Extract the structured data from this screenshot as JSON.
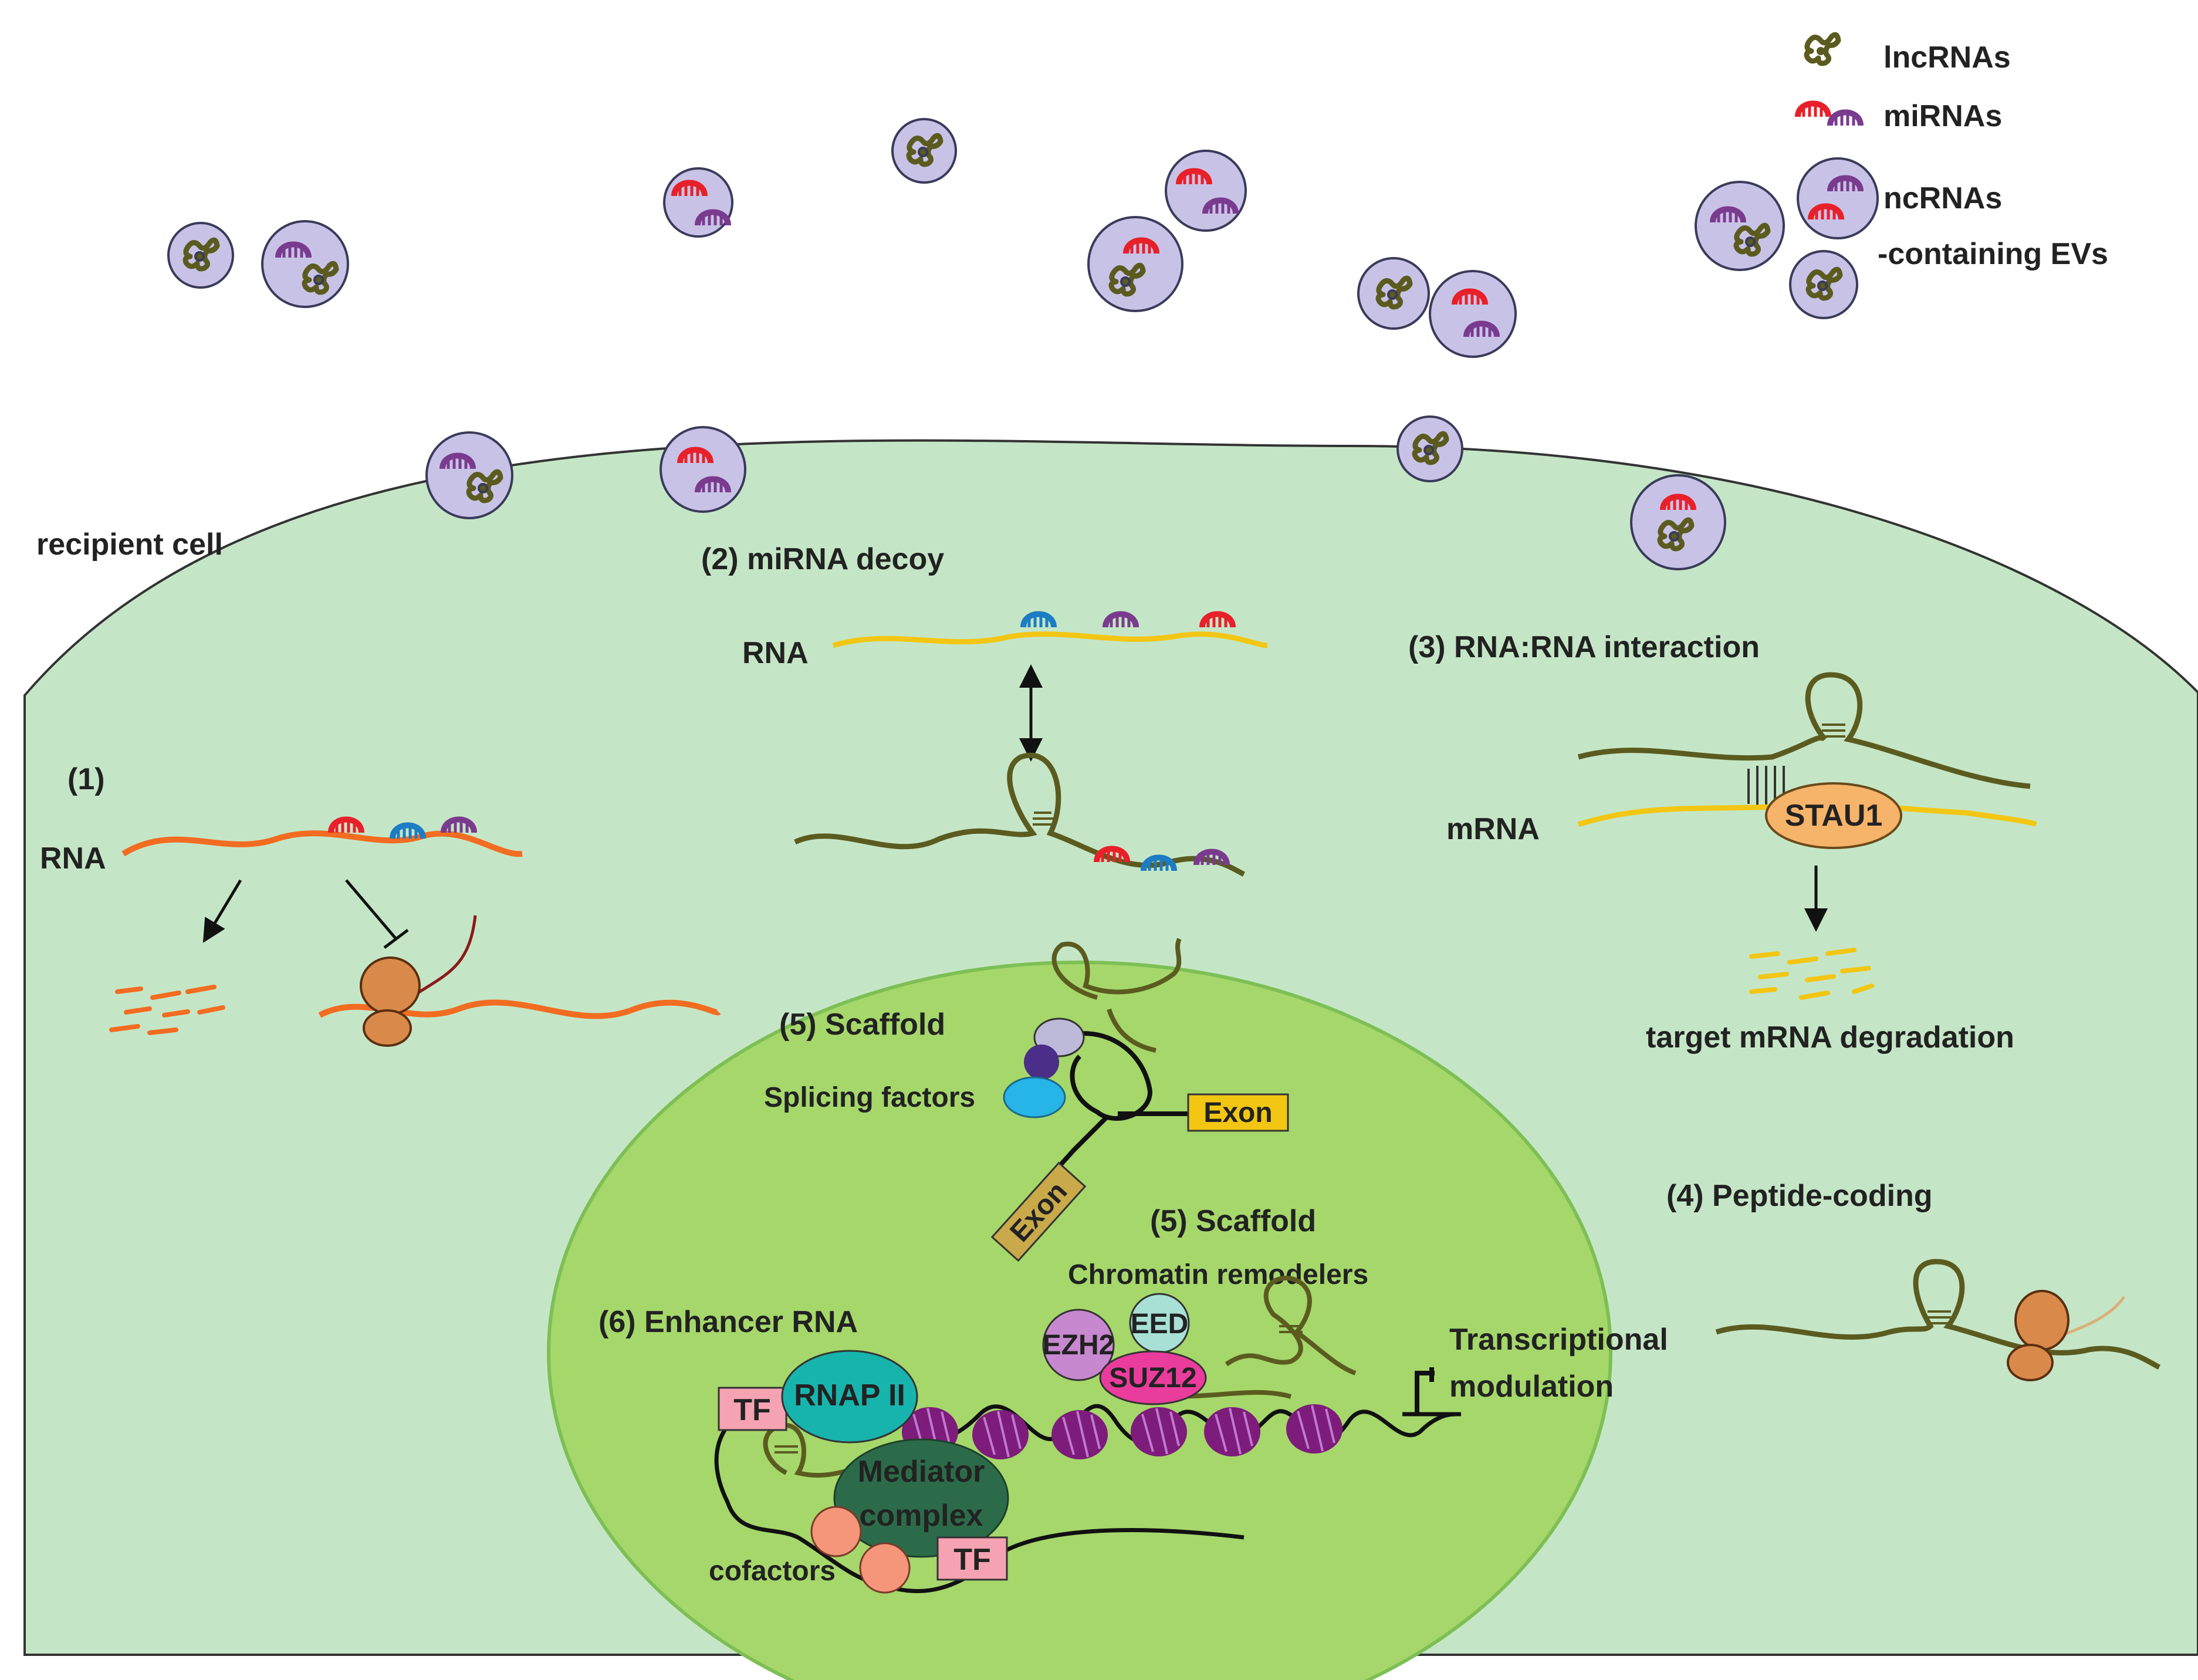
{
  "colors": {
    "cell": "#c5e6c6",
    "nucleus": "#a6d76b",
    "vesicle": "#c8c3e6",
    "lncrna": "#5b5b20",
    "mirna_red": "#e8202a",
    "mirna_purple": "#7a3b8f",
    "mirna_blue": "#1c7cc4",
    "rna_orange": "#f26c21",
    "rna_yellow": "#f2c613",
    "ribosome": "#d98a4a",
    "stau1": "#f6b46a",
    "exon": "#f2c613",
    "tf": "#f5a3b3",
    "rnap": "#17b4ad",
    "mediator": "#2c6b4a",
    "cofactor": "#f5967a",
    "nucleosome": "#7d1c7a",
    "ezh2": "#c788cf",
    "eed": "#a8e0d6",
    "suz12": "#ea3c9c",
    "splice_top": "#bdb9d9",
    "splice_purple": "#4b2e87",
    "splice_blue": "#27b4e6"
  },
  "icons": [
    "lncrna-icon",
    "mirna-icon",
    "ev-vesicle-icon",
    "ribosome-icon",
    "nucleosome-icon",
    "transcription-start-icon"
  ],
  "legend": {
    "lncrnas": "lncRNAs",
    "mirnas": "miRNAs",
    "ev_line1": "ncRNAs",
    "ev_line2": "-containing EVs"
  },
  "labels": {
    "recipient_cell": "recipient cell",
    "p1_number": "(1)",
    "p1_rna": "RNA",
    "p2_title": "(2)  miRNA decoy",
    "p2_rna": "RNA",
    "p3_title": "(3)  RNA:RNA interaction",
    "p3_mrna": "mRNA",
    "stau1": "STAU1",
    "degradation": "target mRNA degradation",
    "p4_title": "(4)  Peptide-coding",
    "p5a_title": "(5)  Scaffold",
    "splicing_factors": "Splicing factors",
    "exon_1": "Exon",
    "exon_2": "Exon",
    "p5b_title": "(5)  Scaffold",
    "chromatin_remodelers": "Chromatin remodelers",
    "eed": "EED",
    "ezh2": "EZH2",
    "suz12": "SUZ12",
    "p6_title": "(6)  Enhancer RNA",
    "rnap": "RNAP II",
    "tf_1": "TF",
    "tf_2": "TF",
    "mediator_1": "Mediator",
    "mediator_2": "complex",
    "cofactors": "cofactors",
    "transcriptional_1": "Transcriptional",
    "modulation": "modulation"
  }
}
